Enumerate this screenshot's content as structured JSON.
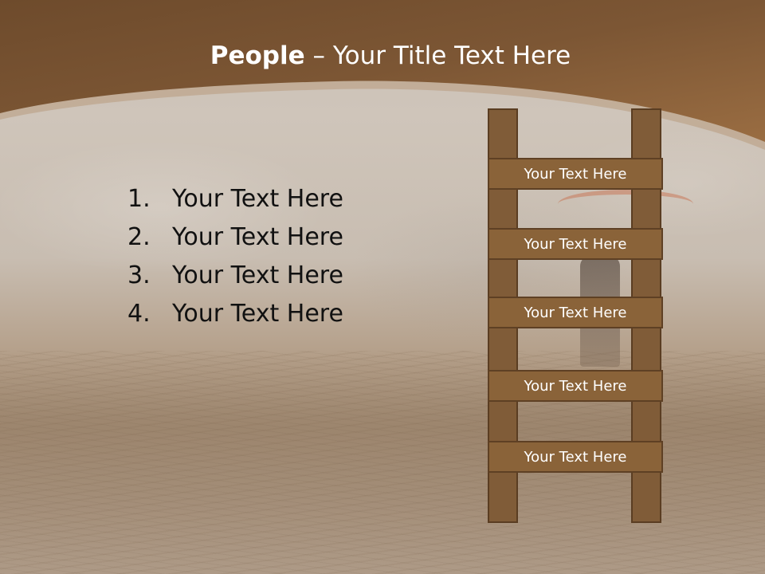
{
  "slide": {
    "title_bold": "People",
    "title_rest": " – Your Title Text Here",
    "list": [
      {
        "number": "1.",
        "text": "Your Text Here"
      },
      {
        "number": "2.",
        "text": "Your Text Here"
      },
      {
        "number": "3.",
        "text": "Your Text Here"
      },
      {
        "number": "4.",
        "text": "Your Text Here"
      }
    ],
    "ladder_rungs": [
      "Your Text Here",
      "Your Text Here",
      "Your Text Here",
      "Your Text Here",
      "Your Text Here"
    ]
  },
  "colors": {
    "header_brown": "#7a5533",
    "ladder_wood": "#8a6339",
    "ladder_outline": "#5e4024",
    "title_text": "#ffffff",
    "body_text": "#111111"
  }
}
